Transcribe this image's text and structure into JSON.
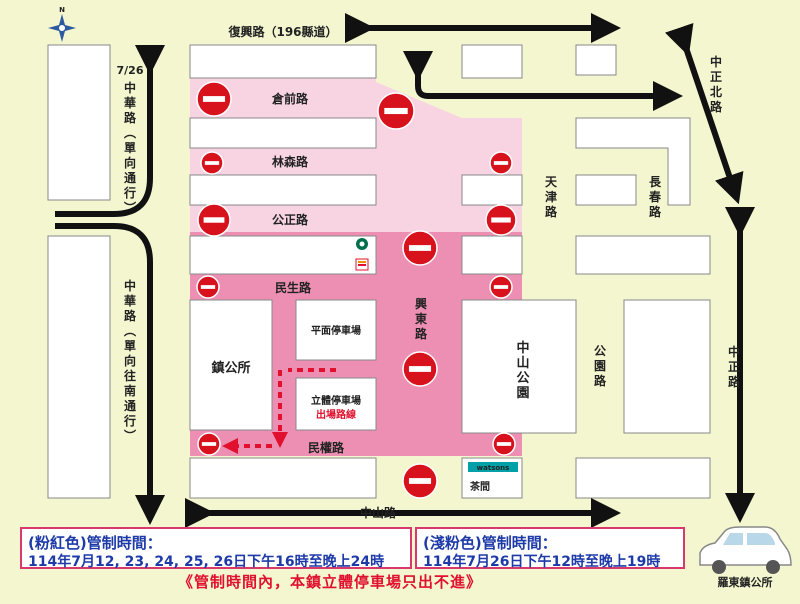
{
  "map": {
    "roads": {
      "fuxing": "復興路（196縣道）",
      "zhonghua_date": "7/26",
      "zhonghua_top": "中華路（單向通行）",
      "zhonghua_bottom": "中華路（單向往南通行）",
      "cangqian": "倉前路",
      "linsen": "林森路",
      "gongzheng": "公正路",
      "minsheng": "民生路",
      "minquan": "民權路",
      "zhongshan": "中山路",
      "xingdong": "興東路",
      "tianjin": "天津路",
      "changchun": "長春路",
      "zhongzheng_north": "中正北路",
      "zhongzheng": "中正路",
      "gongyuan": "公園路"
    },
    "places": {
      "town_office": "鎮公所",
      "flat_parking": "平面停車場",
      "multi_parking": "立體停車場",
      "exit_route": "出場路線",
      "zhongshan_park": "中山公園",
      "watsons": "watsons",
      "shop": "茶間"
    },
    "icons": [
      "compass-rose-icon",
      "no-entry-sign-icon",
      "starbucks-logo-icon",
      "seven-eleven-logo-icon",
      "car-icon"
    ],
    "colors": {
      "pink": "#ec8fb2",
      "light_pink": "#f8d4e3",
      "no_entry": "#d7121d",
      "road": "#111111"
    }
  },
  "legend": {
    "pink_title": "(粉紅色)管制時間：",
    "pink_time": "114年7月12, 23, 24, 25, 26日下午16時至晚上24時",
    "light_title": "(淺粉色)管制時間：",
    "light_time": "114年7月26日下午12時至晚上19時"
  },
  "notice": "《管制時間內，本鎮立體停車場只出不進》",
  "publisher": "羅東鎮公所"
}
